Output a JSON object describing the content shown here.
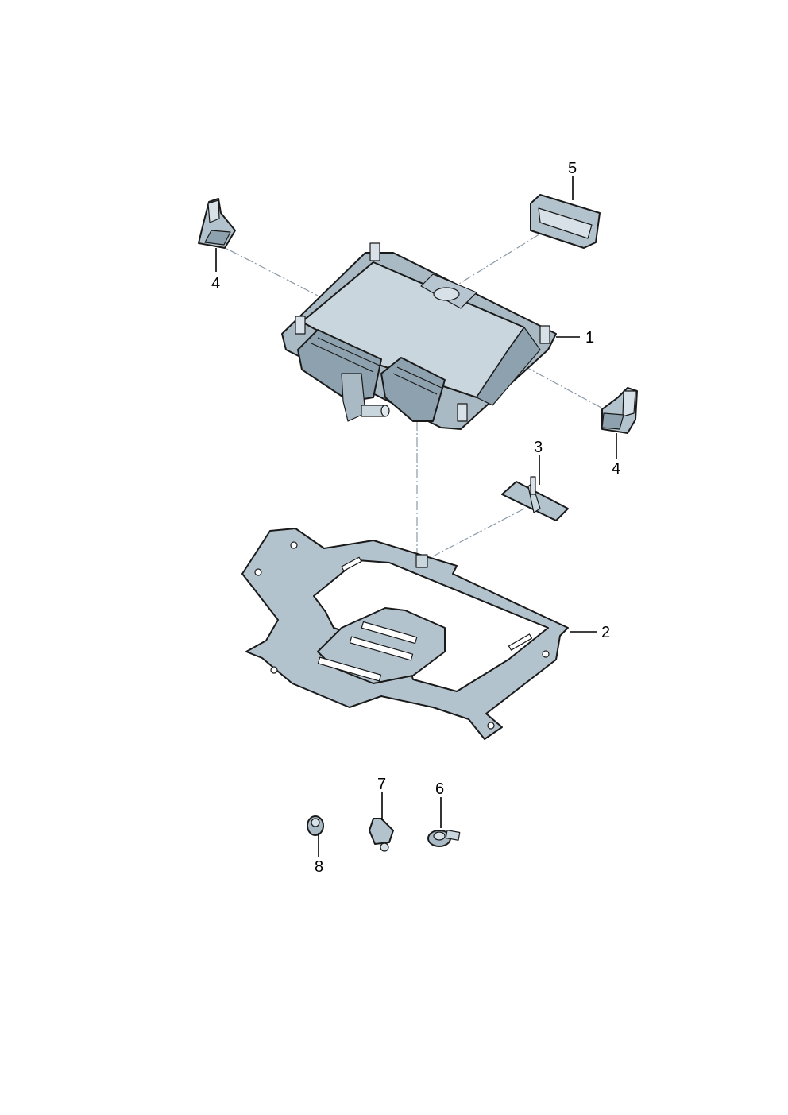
{
  "diagram": {
    "callouts": [
      {
        "id": "1",
        "label": "1"
      },
      {
        "id": "2",
        "label": "2"
      },
      {
        "id": "3",
        "label": "3"
      },
      {
        "id": "4a",
        "label": "4"
      },
      {
        "id": "4b",
        "label": "4"
      },
      {
        "id": "5",
        "label": "5"
      },
      {
        "id": "6",
        "label": "6"
      },
      {
        "id": "7",
        "label": "7"
      },
      {
        "id": "8",
        "label": "8"
      }
    ]
  },
  "colors": {
    "part_light": "#c9d6de",
    "part_mid": "#a9bac5",
    "part_dark": "#7f93a1",
    "outline": "#1a1a1a",
    "leader": "#000000",
    "centerline": "#8a9aa8"
  }
}
